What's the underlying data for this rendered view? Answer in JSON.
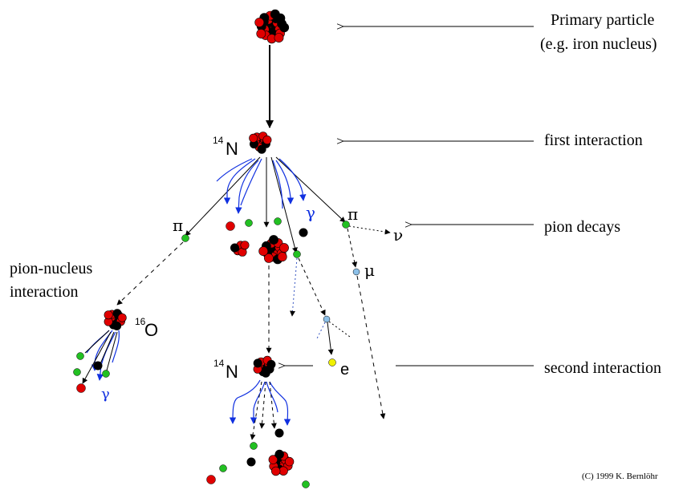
{
  "labels": {
    "primary_line1": "Primary particle",
    "primary_line2": "(e.g. iron nucleus)",
    "first_interaction": "first interaction",
    "pion_decays": "pion decays",
    "second_interaction": "second interaction",
    "pion_nucleus_line1": "pion-nucleus",
    "pion_nucleus_line2": "interaction",
    "copyright": "(C) 1999 K. Bernlöhr"
  },
  "symbols": {
    "n14_top_mass": "14",
    "n14_top_elem": "N",
    "o16_mass": "16",
    "o16_elem": "O",
    "n14_bottom_mass": "14",
    "n14_bottom_elem": "N",
    "pi_left": "π",
    "pi_right": "π",
    "gamma_top": "γ",
    "gamma_left": "γ",
    "nu": "ν",
    "mu": "μ",
    "e": "e"
  },
  "colors": {
    "nucleon_proton": "#e00000",
    "nucleon_neutron": "#000000",
    "pion": "#22c022",
    "muon": "#8cc0e8",
    "electron": "#f0f000",
    "photon": "#1030e0",
    "arrow": "#000000",
    "pointer": "#000000"
  }
}
